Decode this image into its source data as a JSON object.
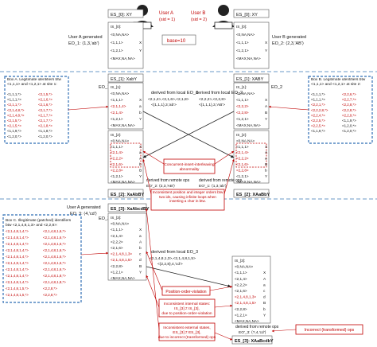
{
  "title": {},
  "top": {
    "es_left": "ES_[0]: XY",
    "es_right": "ES_[0]: XY",
    "user_a": "User A",
    "user_a_sid": "(sid = 1)",
    "user_b": "User B",
    "user_b_sid": "(sid = 2)",
    "base": "base=10",
    "gen_a_1": "User A generated",
    "gen_a_2": "EO_1: ⟨1,3,'ab'⟩",
    "gen_b_1": "User B generated",
    "gen_b_2": "EO_2: ⟨2,3,'AB'⟩"
  },
  "states": {
    "s0_left": [
      "IS_[0]:",
      "<0,NA,NA>",
      "<1,1,1>",
      "<1,2,1>",
      "<MAX,NA,NA>"
    ],
    "s0_left_chars": [
      "X",
      "Y"
    ],
    "s0_right": [
      "IS_[0]:",
      "<0,NA,NA>",
      "<1,1,1>",
      "<1,2,1>",
      "<MAX,NA,NA>"
    ],
    "s0_right_chars": [
      "X",
      "Y"
    ]
  },
  "mid": {
    "es1_left": "ES_[1]: XabY",
    "eo1_left": "EO_1",
    "is1_left": [
      "IS_[1]:",
      "<0,NA,NA>",
      "<1,1,1>",
      "<2,1,1,4>",
      "<2,1,4>",
      "<1,2,1>",
      "<MAX,NA,NA>"
    ],
    "is1_left_chars": [
      "X",
      "a",
      "b",
      "Y"
    ],
    "es1_right": "ES_[1]: XABY",
    "eo1_right": "EO_2",
    "is1_right": [
      "IS_[1]:",
      "<0,NA,NA>",
      "<1,1,1>",
      "<2,2,2>",
      "<2,2,8>",
      "<1,2,1>",
      "<MAX,NA,NA>"
    ],
    "is1_right_chars": [
      "X",
      "A",
      "B",
      "Y"
    ],
    "derived_local_1": "derived from local EO_1",
    "derived_local_1_vals": "<2,1,4>,<2,1,6>,<2,1,8>",
    "derived_local_1_b": "<{1,1,1},3,'ab'>",
    "derived_local_2": "derived from local EO_2",
    "derived_local_2_vals": "<2,2,2>,<2,2,8>",
    "derived_local_2_b": "<{1,1,1},3,'AB'>",
    "is2_left": [
      "IS_[2]:",
      "<0,NA,NA>",
      "<1,1,1>",
      "<2,1,4>",
      "<2,2,2>",
      "<2,1,6>",
      "<2,2,8>",
      "<1,2,1>",
      "<MAX,NA,NA>"
    ],
    "is2_left_chars": [
      "X",
      "a",
      "A",
      "b",
      "B",
      "Y"
    ],
    "is2_right": [
      "IS_[2]:",
      "<0,NA,NA>",
      "<1,1,1>",
      "<2,1,4>",
      "<2,2,2>",
      "<2,1,6>",
      "<2,2,8>",
      "<1,2,1>",
      "<MAX,NA,NA>"
    ],
    "is2_right_chars": [
      "X",
      "A",
      "a",
      "B",
      "b",
      "Y"
    ],
    "concurrent_label": "Concurrent-insert-interleaving abnormality",
    "derived_remote_left": "derived from remote ops",
    "derived_remote_left_b": "EO'_2: ⟨2,3,'AB'⟩",
    "derived_remote_right": "derived from remote ops",
    "derived_remote_right_b": "EO'_1: ⟨1,3,'ab'⟩",
    "es2_left": "ES_[2]: XaAbBY",
    "es2_right": "ES_[2]: XAaBbY",
    "inconsistent_label": "Inconsistent position and integer orders btw two ids, causing infinite loops when inserting a char in btw."
  },
  "box_a": {
    "title": "Box A. Legitimate identifiers btw <1,1,1> and <1,2,1> at site 1:",
    "col1": [
      "<1,1,1,*>",
      "<1,1,1,*>",
      "<2,1,1,*>",
      "<2,1,4,8,*>",
      "<2,1,4,8,*>",
      "<2,1,5,*>",
      "<2,1,5,*>",
      "<1,1,9,*>",
      "<1,2,0,*>"
    ],
    "col2": [
      "<2,1,5,*>",
      "<2,1,6,*>",
      "<2,1,6,*>",
      "<2,1,7,*>",
      "<2,1,7,*>",
      "<2,1,7,*>",
      "<2,1,8,*>",
      "<1,1,8,*>",
      "<1,2,0,*>"
    ]
  },
  "box_b": {
    "title": "Box B. Legitimate identifiers btw <1,1,1> and <1,2,1> at site 2:",
    "col1": [
      "<1,1,1,*>",
      "<1,1,1,*>",
      "<2,2,1,*>",
      "<2,2,2,8,*>",
      "<2,2,4,*>",
      "<2,2,5,*>",
      "<2,2,5,*>",
      "<1,1,9,*>"
    ],
    "col2": [
      "<2,2,6,*>",
      "<2,2,7,*>",
      "<2,2,8,*>",
      "<2,2,8,*>",
      "<2,2,9,*>",
      "<1,1,9,*>",
      "<1,2,0,*>",
      "<1,2,0,*>"
    ]
  },
  "lower": {
    "gen_a3_1": "User A generated",
    "gen_a3_2": "EO_3: ⟨4,'cd'⟩",
    "es3_left": "ES_[3]: XaAbcdBY",
    "eo3": "EO_3",
    "is3_left": [
      "IS_[3]:",
      "<0,NA,NA>",
      "<1,1,1>",
      "<2,1,4>",
      "<2,2,2>",
      "<2,1,6>",
      "<2,1,4,8,1,3>",
      "<2,1,4,8,1,5>",
      "<2,2,8>",
      "<1,2,1>",
      "<MAX,NA,NA>"
    ],
    "is3_left_chars": [
      "X",
      "a",
      "A",
      "b",
      "c",
      "d",
      "B",
      "Y"
    ],
    "derived_local_3": "derived from local EO_3",
    "derived_local_3_vals": "<2,1,4,8,1,3>,<2,1,4,8,1,5>",
    "derived_local_3_b": "<{2,2,8},4,'cd'>",
    "is3_right": [
      "IS_[3]:",
      "<0,NA,NA>",
      "<1,1,1>",
      "<2,1,4>",
      "<2,2,2>",
      "<2,1,6>",
      "<2,1,4,8,1,3>",
      "<2,1,4,8,1,5>",
      "<2,2,8>",
      "<1,2,1>",
      "<MAX,NA,NA>"
    ],
    "is3_right_chars": [
      "X",
      "A",
      "a",
      "c",
      "d",
      "B",
      "b",
      "Y"
    ],
    "derived_remote_3": "derived from remote ops",
    "derived_remote_3_b": "EO'_3: ⟨?,4,'cd'⟩",
    "es3_right": "ES_[3]: XAaBcdbY",
    "pov_label": "Position-order-violation",
    "internal_label_1": "Inconsistent internal states:",
    "internal_label_2": "IS_[3] ≠ IS_[3],",
    "internal_label_3": "due to position-order-violation",
    "external_label_1": "Inconsistent external states,",
    "external_label_2": "ES_[3] ≠ ES_[3],",
    "external_label_3": "due to incorrect (transformed) ops",
    "incorrect_label": "Incorrect (transformed) ops"
  },
  "box_c": {
    "title_1": "Box C. Illegitimate (patched) identifiers",
    "title_2": "btw <2,1,4,8,1,3> and <2,2,8>:",
    "col1": [
      "<2,1,4,8,1,4,*>",
      "<2,1,4,8,1,4,*>",
      "<2,1,4,8,1,4,*>",
      "<2,1,4,8,1,4,*>",
      "<2,1,4,8,1,4,*>",
      "<2,1,4,8,1,4,*>",
      "<2,1,4,8,1,4,*>",
      "<2,1,4,8,1,4,*>",
      "<2,1,4,8,1,4,*>",
      "<2,1,4,8,1,5,*>",
      "<2,1,4,8,1,5,*>"
    ],
    "col2": [
      "<2,1,4,8,1,6,*>",
      "<2,1,4,8,1,6,*>",
      "<2,1,4,8,1,6,*>",
      "<2,1,4,8,1,6,*>",
      "<2,1,4,8,1,6,*>",
      "<2,1,4,8,1,6,*>",
      "<2,1,4,8,1,6,*>",
      "<2,1,4,8,1,8,*>",
      "<2,1,4,8,1,8,*>",
      "<2,2,8,*>",
      "<2,2,8,*>"
    ]
  }
}
